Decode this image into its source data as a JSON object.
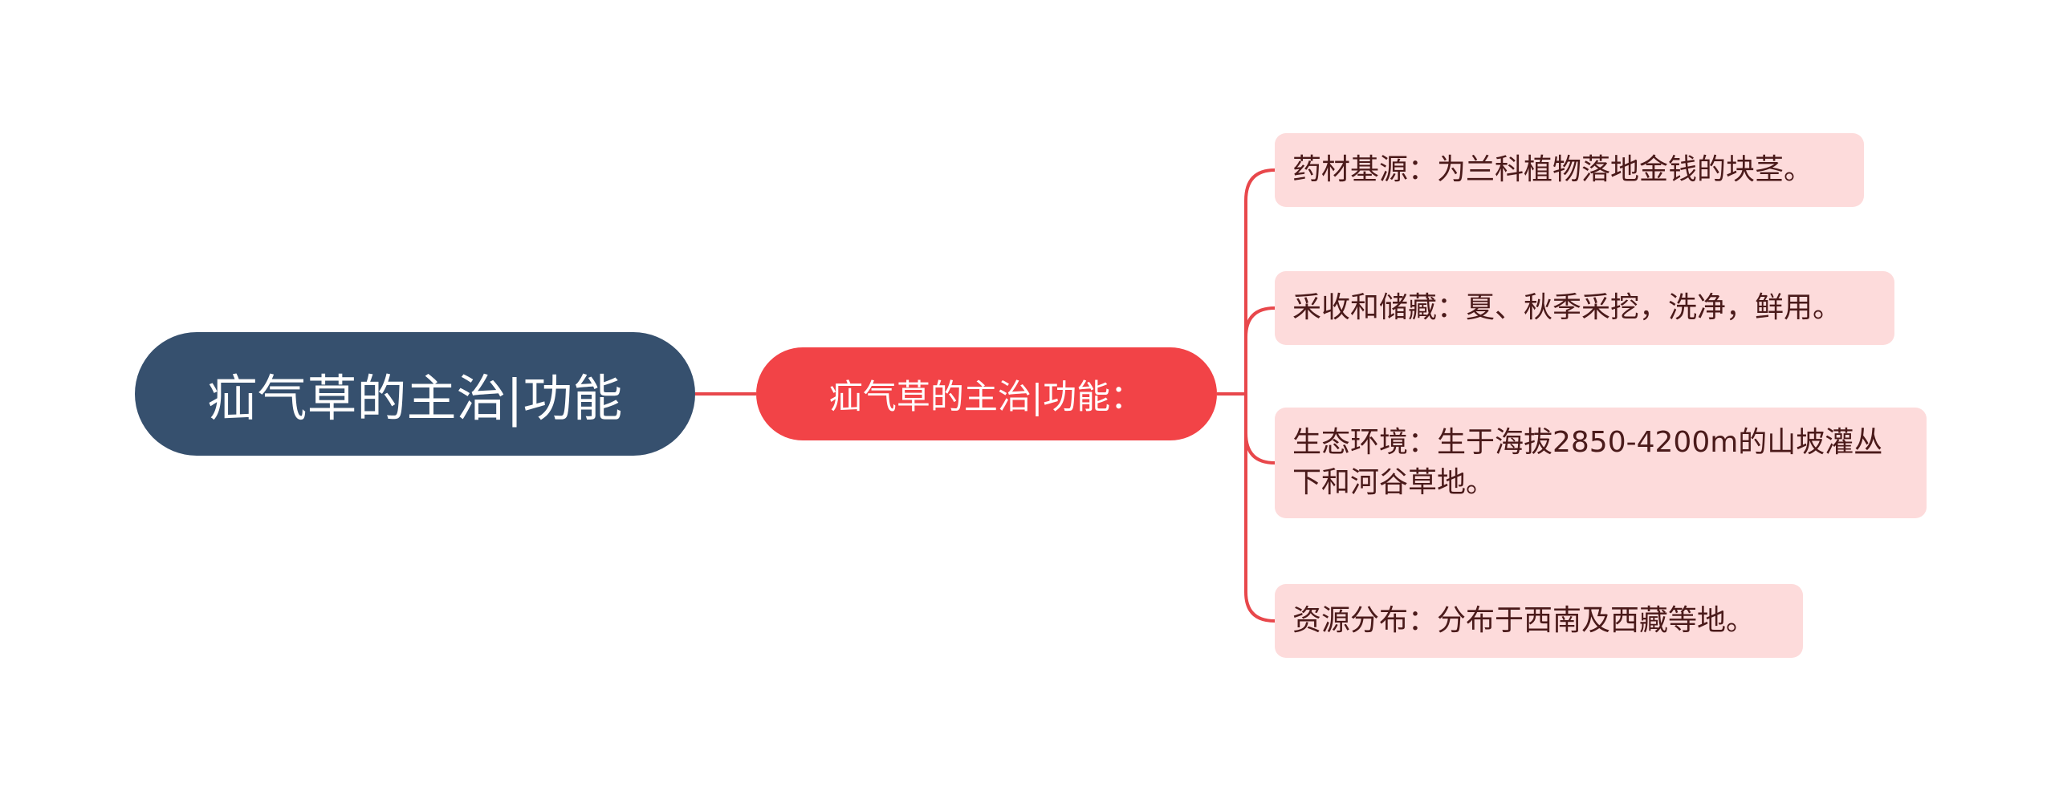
{
  "colors": {
    "root_bg": "#36506e",
    "mid_bg": "#f24347",
    "leaf_bg": "#fddbdb",
    "line": "#e8474b"
  },
  "root": {
    "label": "疝气草的主治|功能"
  },
  "branch": {
    "label": "疝气草的主治|功能："
  },
  "leaves": [
    {
      "label": "药材基源：为兰科植物落地金钱的块茎。"
    },
    {
      "label": "采收和储藏：夏、秋季采挖，洗净，鲜用。"
    },
    {
      "label": "生态环境：生于海拔2850-4200m的山坡灌丛下和河谷草地。"
    },
    {
      "label": "资源分布：分布于西南及西藏等地。"
    }
  ]
}
